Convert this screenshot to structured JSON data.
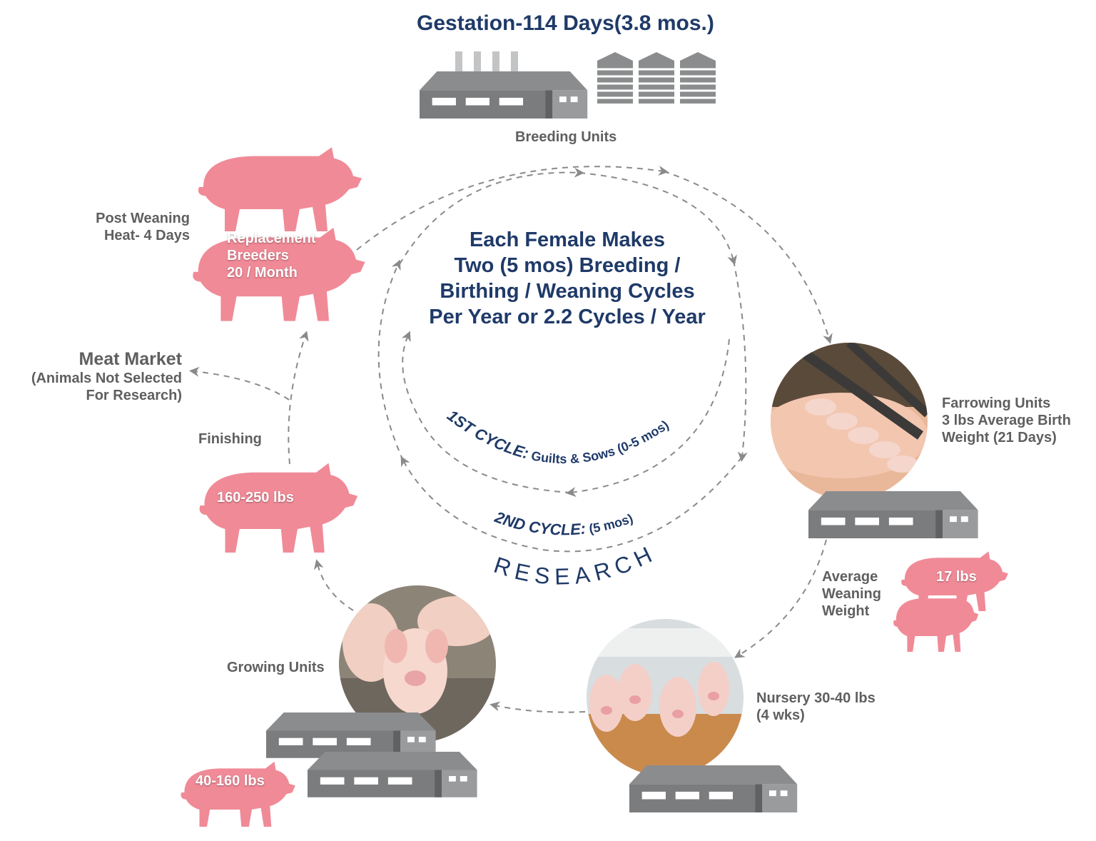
{
  "header": {
    "title": "Gestation-114 Days(3.8 mos.)"
  },
  "labels": {
    "breeding_units": "Breeding Units",
    "post_weaning": [
      "Post Weaning",
      "Heat- 4 Days"
    ],
    "replacement": [
      "Replacement",
      "Breeders",
      "20 / Month"
    ],
    "meat_market_title": "Meat Market",
    "meat_market_sub": [
      "(Animals Not Selected",
      "For Research)"
    ],
    "finishing": "Finishing",
    "finishing_weight": "160-250 lbs",
    "growing_units": "Growing Units",
    "growing_weight": "40-160 lbs",
    "nursery": [
      "Nursery 30-40 lbs",
      "(4 wks)"
    ],
    "weaning_weight_label": [
      "Average",
      "Weaning",
      "Weight"
    ],
    "weaning_weight": "17 lbs",
    "farrowing": [
      "Farrowing Units",
      "3 lbs Average Birth",
      "Weight (21 Days)"
    ]
  },
  "center": {
    "lines": [
      "Each Female Makes",
      "Two (5 mos) Breeding /",
      "Birthing / Weaning Cycles",
      "Per Year or 2.2 Cycles / Year"
    ],
    "cycle1_bold": "1ST CYCLE:",
    "cycle1_rest": " Guilts & Sows (0-5 mos)",
    "cycle2_bold": "2ND CYCLE:",
    "cycle2_rest": " (5 mos)",
    "research": "RESEARCH"
  },
  "colors": {
    "navy": "#1f3a68",
    "gray": "#5f5f60",
    "pink": "#f08a97",
    "building": "#7b7c7e",
    "arrow": "#8a8a8a"
  }
}
